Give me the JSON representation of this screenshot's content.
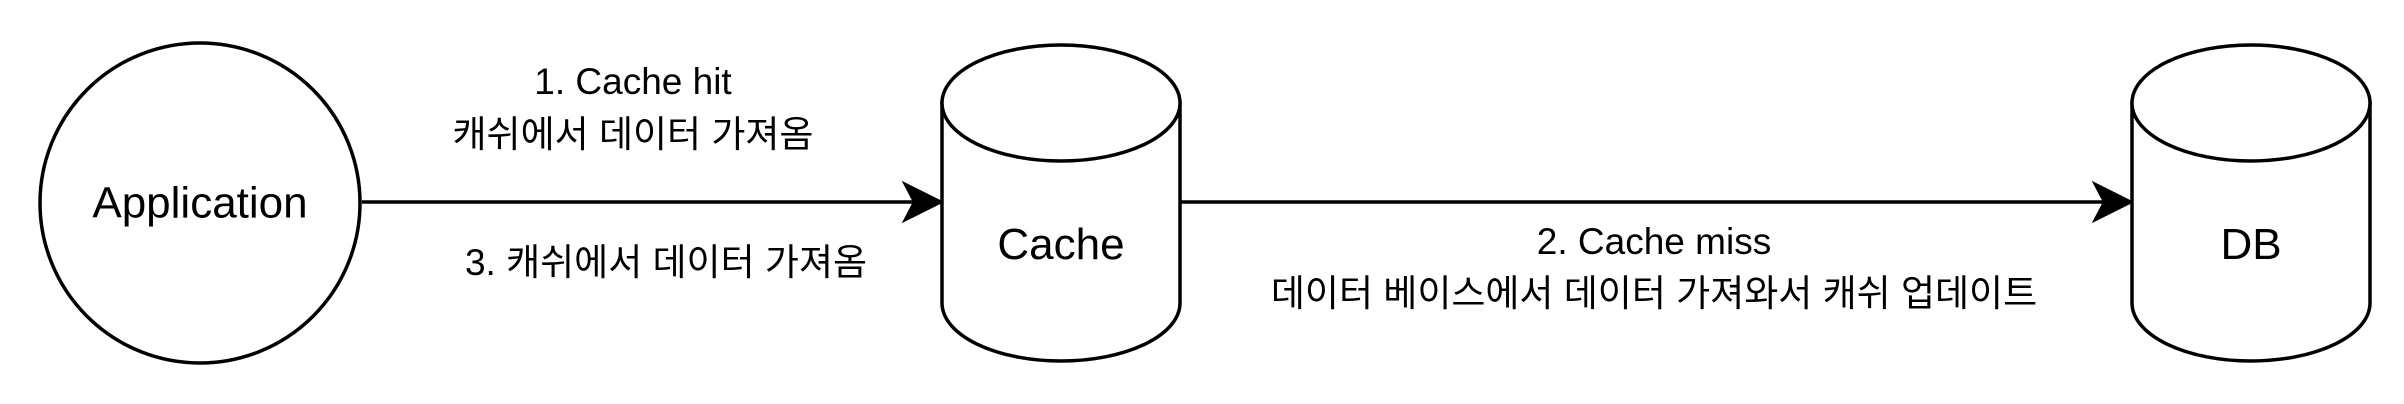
{
  "nodes": {
    "application": {
      "label": "Application"
    },
    "cache": {
      "label": "Cache"
    },
    "db": {
      "label": "DB"
    }
  },
  "edges": {
    "app_to_cache": {
      "label_top_line1": "1. Cache hit",
      "label_top_line2": "캐쉬에서 데이터 가져옴",
      "label_bottom": "3. 캐쉬에서 데이터 가져옴"
    },
    "cache_to_db": {
      "label_line1": "2. Cache miss",
      "label_line2": "데이터 베이스에서 데이터 가져와서 캐쉬 업데이트"
    }
  },
  "colors": {
    "stroke": "#000000",
    "fill": "#ffffff",
    "background": "#ffffff"
  }
}
